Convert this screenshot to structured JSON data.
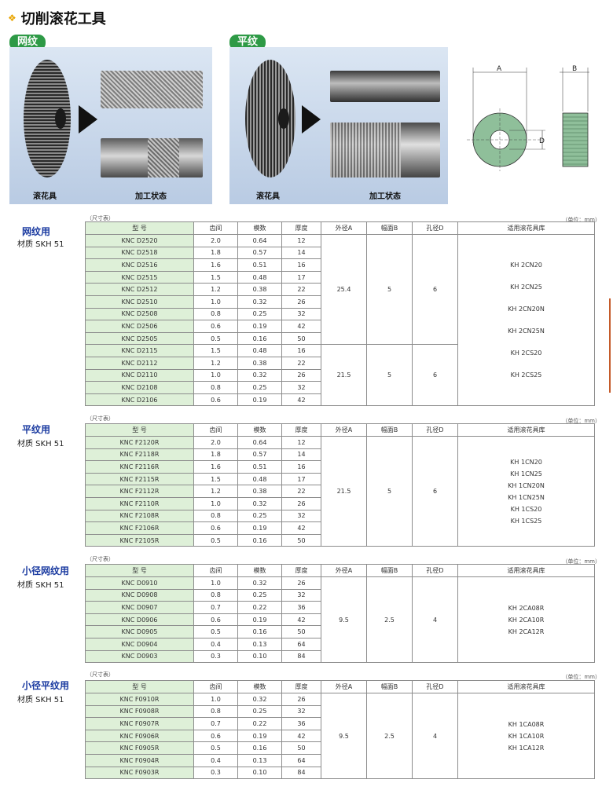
{
  "title": "切削滚花工具",
  "pills": {
    "left": "网纹",
    "right": "平纹"
  },
  "captions": {
    "tool": "滚花具",
    "processed": "加工状态"
  },
  "drawing_labels": {
    "a": "A",
    "b": "B",
    "d": "D"
  },
  "headers": [
    "型 号",
    "齿间",
    "模数",
    "厚度",
    "外径A",
    "幅面B",
    "孔径D",
    "适用滚花具库"
  ],
  "size_label": "（尺寸表）",
  "unit_label": "（单位：mm）",
  "sections": [
    {
      "title": "网纹用",
      "material": "材质 SKH 51",
      "groups": [
        {
          "outer": "25.4",
          "width": "5",
          "bore": "6",
          "rows": [
            [
              "KNC D2520",
              "2.0",
              "0.64",
              "12"
            ],
            [
              "KNC D2518",
              "1.8",
              "0.57",
              "14"
            ],
            [
              "KNC D2516",
              "1.6",
              "0.51",
              "16"
            ],
            [
              "KNC D2515",
              "1.5",
              "0.48",
              "17"
            ],
            [
              "KNC D2512",
              "1.2",
              "0.38",
              "22"
            ],
            [
              "KNC D2510",
              "1.0",
              "0.32",
              "26"
            ],
            [
              "KNC D2508",
              "0.8",
              "0.25",
              "32"
            ],
            [
              "KNC D2506",
              "0.6",
              "0.19",
              "42"
            ],
            [
              "KNC D2505",
              "0.5",
              "0.16",
              "50"
            ]
          ]
        },
        {
          "outer": "21.5",
          "width": "5",
          "bore": "6",
          "rows": [
            [
              "KNC D2115",
              "1.5",
              "0.48",
              "16"
            ],
            [
              "KNC D2112",
              "1.2",
              "0.38",
              "22"
            ],
            [
              "KNC D2110",
              "1.0",
              "0.32",
              "26"
            ],
            [
              "KNC D2108",
              "0.8",
              "0.25",
              "32"
            ],
            [
              "KNC D2106",
              "0.6",
              "0.19",
              "42"
            ]
          ]
        }
      ],
      "library": [
        "KH 2CN20",
        "KH 2CN25",
        "KH 2CN20N",
        "KH 2CN25N",
        "KH 2CS20",
        "KH 2CS25"
      ]
    },
    {
      "title": "平纹用",
      "material": "材质 SKH 51",
      "groups": [
        {
          "outer": "21.5",
          "width": "5",
          "bore": "6",
          "rows": [
            [
              "KNC F2120R",
              "2.0",
              "0.64",
              "12"
            ],
            [
              "KNC F2118R",
              "1.8",
              "0.57",
              "14"
            ],
            [
              "KNC F2116R",
              "1.6",
              "0.51",
              "16"
            ],
            [
              "KNC F2115R",
              "1.5",
              "0.48",
              "17"
            ],
            [
              "KNC F2112R",
              "1.2",
              "0.38",
              "22"
            ],
            [
              "KNC F2110R",
              "1.0",
              "0.32",
              "26"
            ],
            [
              "KNC F2108R",
              "0.8",
              "0.25",
              "32"
            ],
            [
              "KNC F2106R",
              "0.6",
              "0.19",
              "42"
            ],
            [
              "KNC F2105R",
              "0.5",
              "0.16",
              "50"
            ]
          ]
        }
      ],
      "library": [
        "KH 1CN20",
        "KH 1CN25",
        "KH 1CN20N",
        "KH 1CN25N",
        "KH 1CS20",
        "KH 1CS25"
      ]
    },
    {
      "title": "小径网纹用",
      "material": "材质 SKH 51",
      "groups": [
        {
          "outer": "9.5",
          "width": "2.5",
          "bore": "4",
          "rows": [
            [
              "KNC D0910",
              "1.0",
              "0.32",
              "26"
            ],
            [
              "KNC D0908",
              "0.8",
              "0.25",
              "32"
            ],
            [
              "KNC D0907",
              "0.7",
              "0.22",
              "36"
            ],
            [
              "KNC D0906",
              "0.6",
              "0.19",
              "42"
            ],
            [
              "KNC D0905",
              "0.5",
              "0.16",
              "50"
            ],
            [
              "KNC D0904",
              "0.4",
              "0.13",
              "64"
            ],
            [
              "KNC D0903",
              "0.3",
              "0.10",
              "84"
            ]
          ]
        }
      ],
      "library": [
        "KH 2CA08R",
        "KH 2CA10R",
        "KH 2CA12R"
      ]
    },
    {
      "title": "小径平纹用",
      "material": "材质 SKH 51",
      "groups": [
        {
          "outer": "9.5",
          "width": "2.5",
          "bore": "4",
          "rows": [
            [
              "KNC F0910R",
              "1.0",
              "0.32",
              "26"
            ],
            [
              "KNC F0908R",
              "0.8",
              "0.25",
              "32"
            ],
            [
              "KNC F0907R",
              "0.7",
              "0.22",
              "36"
            ],
            [
              "KNC F0906R",
              "0.6",
              "0.19",
              "42"
            ],
            [
              "KNC F0905R",
              "0.5",
              "0.16",
              "50"
            ],
            [
              "KNC F0904R",
              "0.4",
              "0.13",
              "64"
            ],
            [
              "KNC F0903R",
              "0.3",
              "0.10",
              "84"
            ]
          ]
        }
      ],
      "library": [
        "KH 1CA08R",
        "KH 1CA10R",
        "KH 1CA12R"
      ]
    }
  ]
}
